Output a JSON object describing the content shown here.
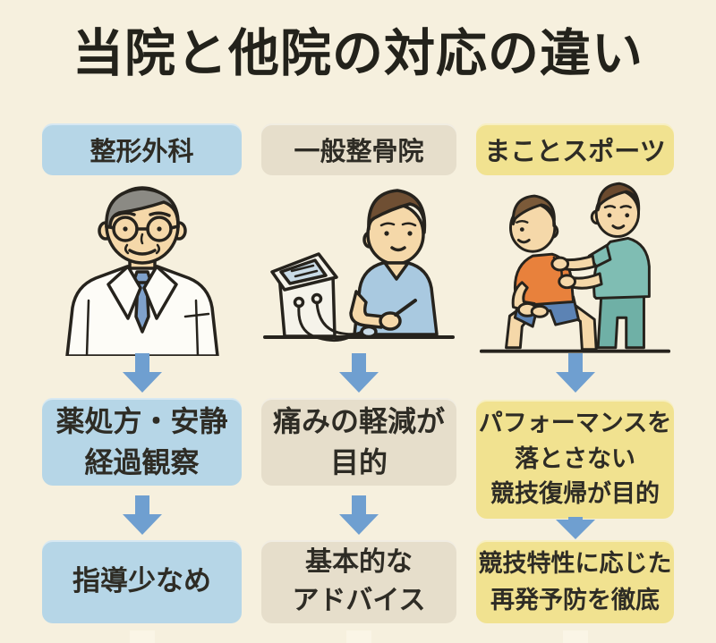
{
  "title": "当院と他院の対応の違い",
  "columns": [
    {
      "header": "整形外科",
      "illustration": "doctor-illustration",
      "mid": "薬処方・安静\n経過観察",
      "bottom": "指導少なめ"
    },
    {
      "header": "一般整骨院",
      "illustration": "electrotherapy-illustration",
      "mid": "痛みの軽減が\n目的",
      "bottom": "基本的な\nアドバイス"
    },
    {
      "header": "まことスポーツ",
      "illustration": "trainer-athlete-illustration",
      "mid": "パフォーマンスを\n落とさない\n競技復帰が目的",
      "bottom": "競技特性に応じた\n再発予防を徹底"
    }
  ],
  "icons": [
    "down-arrow-icon",
    "down-arrow-icon",
    "down-arrow-icon"
  ],
  "colors": {
    "background": "#f6f0de",
    "column_blue": "#b6d6e7",
    "column_beige": "#e6decb",
    "column_yellow": "#f1e290",
    "arrow_blue": "#6f9fd0",
    "text": "#2e2c25",
    "title_text": "#23221b"
  }
}
